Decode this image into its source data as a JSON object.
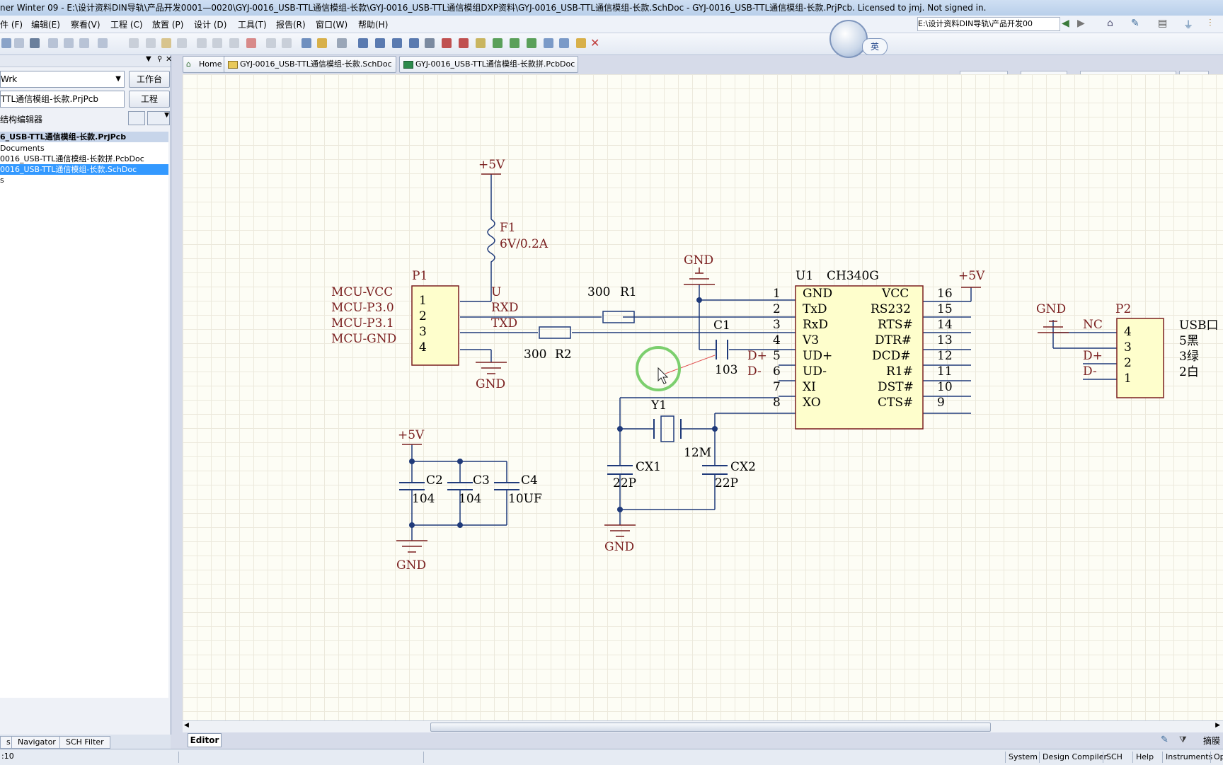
{
  "window": {
    "title": "ner Winter 09 - E:\\设计资料DIN导轨\\产品开发0001—0020\\GYJ-0016_USB-TTL通信模组-长款\\GYJ-0016_USB-TTL通信模组DXP资料\\GYJ-0016_USB-TTL通信模组-长款.SchDoc - GYJ-0016_USB-TTL通信模组-长款.PrjPcb. Licensed to jmj. Not signed in."
  },
  "menu": [
    "件 (F)",
    "编辑(E)",
    "察看(V)",
    "工程 (C)",
    "放置 (P)",
    "设计 (D)",
    "工具(T)",
    "报告(R)",
    "窗口(W)",
    "帮助(H)"
  ],
  "path_combo": "E:\\设计资料DIN导轨\\产品开发00",
  "ime_label": "英",
  "left_panel": {
    "workspace_combo": "Wrk",
    "workspace_button": "工作台",
    "project_field": "TTL通信模组-长款.PrjPcb",
    "project_button": "工程",
    "structure_label": "结构编辑器",
    "tree": [
      "6_USB-TTL通信模组-长款.PrjPcb",
      "Documents",
      "0016_USB-TTL通信模组-长款拼.PcbDoc",
      "0016_USB-TTL通信模组-长款.SchDoc",
      "s"
    ],
    "bottom_tabs": [
      "s",
      "Navigator",
      "SCH Filter"
    ]
  },
  "doc_tabs": [
    "Home",
    "GYJ-0016_USB-TTL通信模组-长款.SchDoc",
    "GYJ-0016_USB-TTL通信模组-长款拼.PcbDoc"
  ],
  "editor_tab": "Editor",
  "status_bar": {
    "left": ":10",
    "items": [
      "System",
      "Design Compiler",
      "SCH",
      "Help",
      "Instruments",
      "Op"
    ]
  },
  "right_tray_label": "摘膜",
  "schematic": {
    "fuse": {
      "ref": "F1",
      "value": "6V/0.2A",
      "power": "+5V",
      "net": "U"
    },
    "p1": {
      "ref": "P1",
      "pins": [
        "1",
        "2",
        "3",
        "4"
      ],
      "nets": [
        "MCU-VCC",
        "MCU-P3.0",
        "MCU-P3.1",
        "MCU-GND"
      ],
      "gnd": "GND"
    },
    "r1": {
      "value": "300",
      "ref": "R1",
      "net": "RXD"
    },
    "r2": {
      "value": "300",
      "ref": "R2",
      "net": "TXD"
    },
    "c1": {
      "ref": "C1",
      "value": "103"
    },
    "gnd_top": "GND",
    "u1": {
      "ref": "U1",
      "value": "CH340G",
      "left_pins": [
        [
          "1",
          "GND"
        ],
        [
          "2",
          "TxD"
        ],
        [
          "3",
          "RxD"
        ],
        [
          "4",
          "V3"
        ],
        [
          "5",
          "UD+"
        ],
        [
          "6",
          "UD-"
        ],
        [
          "7",
          "XI"
        ],
        [
          "8",
          "XO"
        ]
      ],
      "right_pins": [
        [
          "16",
          "VCC"
        ],
        [
          "15",
          "RS232"
        ],
        [
          "14",
          "RTS#"
        ],
        [
          "13",
          "DTR#"
        ],
        [
          "12",
          "DCD#"
        ],
        [
          "11",
          "R1#"
        ],
        [
          "10",
          "DST#"
        ],
        [
          "9",
          "CTS#"
        ]
      ],
      "dplus": "D+",
      "dminus": "D-",
      "vcc": "+5V"
    },
    "crystal": {
      "ref": "Y1",
      "value": "12M",
      "cx1": "CX1",
      "cx1_val": "22P",
      "cx2": "CX2",
      "cx2_val": "22P",
      "gnd": "GND"
    },
    "decoupling": {
      "power": "+5V",
      "caps": [
        [
          "C2",
          "104"
        ],
        [
          "C3",
          "104"
        ],
        [
          "C4",
          "10UF"
        ]
      ],
      "gnd": "GND"
    },
    "p2": {
      "ref": "P2",
      "gnd": "GND",
      "pins": [
        "4",
        "3",
        "2",
        "1"
      ],
      "nets": [
        "NC",
        "",
        "D+",
        "D-"
      ],
      "usb_label": "USB口",
      "wires": [
        "5黑",
        "3绿",
        "2白"
      ]
    }
  }
}
